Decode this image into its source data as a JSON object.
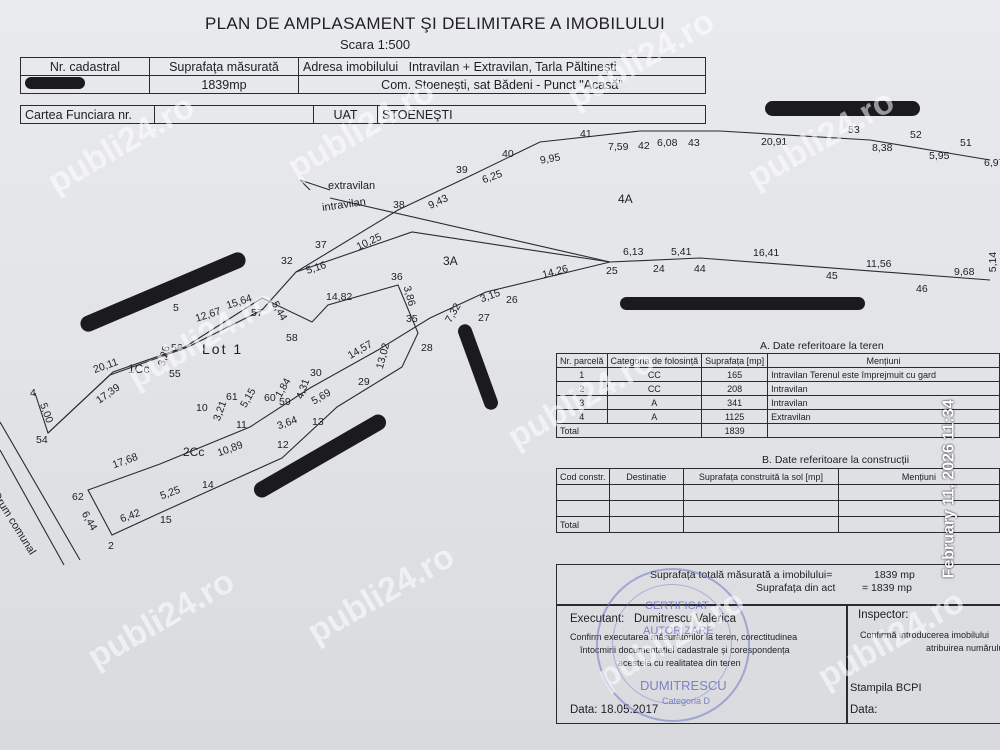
{
  "header": {
    "title": "PLAN DE AMPLASAMENT ŞI DELIMITARE A IMOBILULUI",
    "scale": "Scara 1:500",
    "col_cadastral": "Nr. cadastral",
    "col_suprafata": "Suprafaţa măsurată",
    "col_adresa": "Adresa imobilului",
    "adresa_line1": "Intravilan + Extravilan, Tarla Păltinești",
    "suprafata_value": "1839mp",
    "adresa_line2": "Com. Stoenești, sat Bădeni - Punct \"Acasă\"",
    "carte_funciara": "Cartea Funciara nr.",
    "uat_label": "UAT",
    "uat_value": "STOENEŞTI"
  },
  "plan": {
    "extravilan": "extravilan",
    "intravilan": "intravilan",
    "lot": "Lot 1",
    "parcels": [
      "1Cc",
      "2Cc",
      "3A",
      "4A"
    ],
    "road": "Drum comunal",
    "points": [
      "2",
      "4",
      "5",
      "10",
      "11",
      "12",
      "13",
      "14",
      "15",
      "24",
      "25",
      "26",
      "27",
      "28",
      "29",
      "30",
      "32",
      "35",
      "36",
      "37",
      "38",
      "39",
      "40",
      "41",
      "42",
      "43",
      "44",
      "45",
      "46",
      "51",
      "52",
      "53",
      "54",
      "55",
      "56",
      "57",
      "58",
      "59",
      "60",
      "61",
      "62"
    ],
    "distances": [
      "20,11",
      "17,39",
      "3,26",
      "5,00",
      "12,67",
      "15,64",
      "5,44",
      "5,16",
      "10,25",
      "14,82",
      "3,86",
      "9,43",
      "6,25",
      "9,95",
      "7,59",
      "6,08",
      "20,91",
      "8,38",
      "5,95",
      "6,97",
      "6,13",
      "5,41",
      "16,41",
      "11,56",
      "9,68",
      "5,14",
      "14,26",
      "3,15",
      "7,32",
      "14,57",
      "13,02",
      "4,31",
      "5,69",
      "1,84",
      "5,15",
      "3,21",
      "3,64",
      "10,89",
      "17,68",
      "5,25",
      "6,42",
      "6,44"
    ]
  },
  "teren": {
    "title": "A. Date referitoare la teren",
    "headers": [
      "Nr. parcelă",
      "Categoria de folosință",
      "Suprafața [mp]",
      "Mențiuni"
    ],
    "rows": [
      {
        "nr": "1",
        "cat": "CC",
        "sup": "165",
        "mentiuni": "Intravilan  Terenul este împrejmuit cu gard"
      },
      {
        "nr": "2",
        "cat": "CC",
        "sup": "208",
        "mentiuni": "Intravilan"
      },
      {
        "nr": "3",
        "cat": "A",
        "sup": "341",
        "mentiuni": "Intravilan"
      },
      {
        "nr": "4",
        "cat": "A",
        "sup": "1125",
        "mentiuni": "Extravilan"
      }
    ],
    "total_label": "Total",
    "total_value": "1839"
  },
  "constructii": {
    "title": "B. Date referitoare la construcții",
    "headers": [
      "Cod constr.",
      "Destinatie",
      "Suprafața construită la sol [mp]",
      "Mențiuni"
    ],
    "total_label": "Total"
  },
  "summary": {
    "masurata_label": "Suprafața totală măsurată a imobilului=",
    "masurata_value": "1839 mp",
    "act_label": "Suprafața din act",
    "act_value": "= 1839 mp"
  },
  "executant": {
    "label": "Executant:",
    "name": "Dumitrescu Valerica",
    "text1": "Confirm executarea măsurătorilor la teren, corectitudinea",
    "text2": "întocmirii documentației cadastrale și corespondența",
    "text3": "acesteia cu realitatea din teren",
    "date": "Data: 18.05.2017"
  },
  "inspector": {
    "label": "Inspector:",
    "text1": "Confirmă introducerea imobilului",
    "text2": "atribuirea numărului",
    "stampila": "Stampila BCPI",
    "date": "Data:"
  },
  "stamp": {
    "line1": "CERTIFICAT",
    "line2": "AUTORIZARE",
    "line3": "DUMITRESCU",
    "line4": "Categoria D"
  },
  "overlay": {
    "watermark": "publi24.ro",
    "timestamp": "February 11, 2026 11:34"
  }
}
